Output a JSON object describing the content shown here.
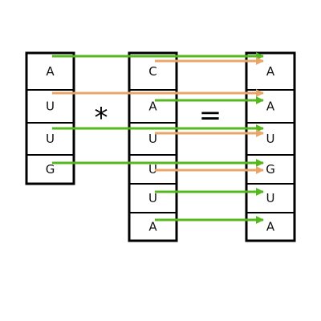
{
  "columns": {
    "left": [
      "A",
      "U",
      "U",
      "G"
    ],
    "middle": [
      "C",
      "A",
      "U",
      "U",
      "U",
      "A"
    ],
    "right": [
      "A",
      "A",
      "U",
      "G",
      "U",
      "A"
    ]
  },
  "operators": {
    "multiply": "*",
    "equals": "="
  },
  "colors": {
    "green": "#55b81c",
    "orange": "#e8a76a",
    "border": "#000000"
  },
  "arrows": [
    {
      "from": "left",
      "from_index": 0,
      "to_index": 0,
      "color": "green"
    },
    {
      "from": "middle",
      "from_index": 0,
      "to_index": 0,
      "color": "orange"
    },
    {
      "from": "left",
      "from_index": 1,
      "to_index": 1,
      "color": "orange"
    },
    {
      "from": "middle",
      "from_index": 1,
      "to_index": 1,
      "color": "green"
    },
    {
      "from": "left",
      "from_index": 2,
      "to_index": 2,
      "color": "green"
    },
    {
      "from": "middle",
      "from_index": 2,
      "to_index": 2,
      "color": "orange"
    },
    {
      "from": "left",
      "from_index": 3,
      "to_index": 3,
      "color": "green"
    },
    {
      "from": "middle",
      "from_index": 3,
      "to_index": 3,
      "color": "orange"
    },
    {
      "from": "middle",
      "from_index": 4,
      "to_index": 4,
      "color": "green"
    },
    {
      "from": "middle",
      "from_index": 5,
      "to_index": 5,
      "color": "green"
    }
  ]
}
